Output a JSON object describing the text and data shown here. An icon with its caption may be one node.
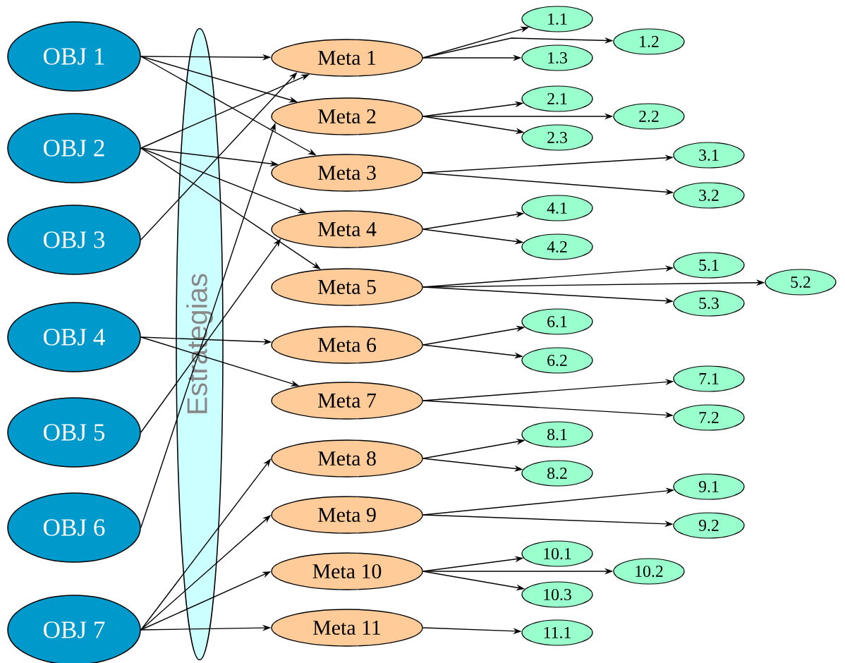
{
  "diagram": {
    "nodes": [
      {
        "text": [
          "OBJ 1"
        ]
      },
      {
        "text": [
          "OBJ 2"
        ]
      },
      {
        "text": [
          "OBJ 3"
        ]
      },
      {
        "text": [
          "OBJ 4"
        ]
      },
      {
        "text": [
          "OBJ 5"
        ]
      },
      {
        "text": [
          "OBJ 6"
        ]
      },
      {
        "text": [
          "OBJ 7"
        ]
      },
      {
        "text": [
          "Meta 1"
        ]
      },
      {
        "text": [
          "Meta 2"
        ]
      },
      {
        "text": [
          "Meta 3"
        ]
      },
      {
        "text": [
          "Meta 4"
        ]
      },
      {
        "text": [
          "Meta 5"
        ]
      },
      {
        "text": [
          "Meta 6"
        ]
      },
      {
        "text": [
          "Meta 7"
        ]
      },
      {
        "text": [
          "Meta 8"
        ]
      },
      {
        "text": [
          "Meta 9"
        ]
      },
      {
        "text": [
          "Meta 10"
        ]
      },
      {
        "text": [
          "Meta 11"
        ]
      },
      {
        "text": [
          "1.1"
        ]
      },
      {
        "text": [
          "1.2"
        ]
      },
      {
        "text": [
          "1.3"
        ]
      },
      {
        "text": [
          "2.1"
        ]
      },
      {
        "text": [
          "2.2"
        ]
      },
      {
        "text": [
          "2.3"
        ]
      },
      {
        "text": [
          "3.1"
        ]
      },
      {
        "text": [
          "3.2"
        ]
      },
      {
        "text": [
          "4.1"
        ]
      },
      {
        "text": [
          "4.2"
        ]
      },
      {
        "text": [
          "5.1"
        ]
      },
      {
        "text": [
          "5.2"
        ]
      },
      {
        "text": [
          "5.3"
        ]
      },
      {
        "text": [
          "6.1"
        ]
      },
      {
        "text": [
          "6.2"
        ]
      },
      {
        "text": [
          "7.1"
        ]
      },
      {
        "text": [
          "7.2"
        ]
      },
      {
        "text": [
          "8.1"
        ]
      },
      {
        "text": [
          "8.2"
        ]
      },
      {
        "text": [
          "9.1"
        ]
      },
      {
        "text": [
          "9.2"
        ]
      },
      {
        "text": [
          "10.1"
        ]
      },
      {
        "text": [
          "10.2"
        ]
      },
      {
        "text": [
          "10.3"
        ]
      },
      {
        "text": [
          "11.1"
        ]
      }
    ],
    "edges": [
      {
        "from": 0,
        "to": 7,
        "arrow": "to"
      },
      {
        "from": 0,
        "to": 8,
        "arrow": "to"
      },
      {
        "from": 0,
        "to": 9,
        "arrow": "to"
      },
      {
        "from": 1,
        "to": 7,
        "arrow": "to"
      },
      {
        "from": 1,
        "to": 9,
        "arrow": "to"
      },
      {
        "from": 1,
        "to": 10,
        "arrow": "to"
      },
      {
        "from": 1,
        "to": 11,
        "arrow": "to"
      },
      {
        "from": 2,
        "to": 7,
        "arrow": "to"
      },
      {
        "from": 3,
        "to": 12,
        "arrow": "to"
      },
      {
        "from": 3,
        "to": 13,
        "arrow": "to"
      },
      {
        "from": 4,
        "to": 10,
        "arrow": "to"
      },
      {
        "from": 5,
        "to": 8,
        "arrow": "to"
      },
      {
        "from": 6,
        "to": 14,
        "arrow": "to"
      },
      {
        "from": 6,
        "to": 15,
        "arrow": "to"
      },
      {
        "from": 6,
        "to": 16,
        "arrow": "to"
      },
      {
        "from": 6,
        "to": 17,
        "arrow": "to"
      },
      {
        "from": 7,
        "to": 18,
        "arrow": "to"
      },
      {
        "from": 7,
        "to": 19,
        "arrow": "to"
      },
      {
        "from": 7,
        "to": 20,
        "arrow": "to"
      },
      {
        "from": 8,
        "to": 21,
        "arrow": "to"
      },
      {
        "from": 8,
        "to": 22,
        "arrow": "to"
      },
      {
        "from": 8,
        "to": 23,
        "arrow": "to"
      },
      {
        "from": 9,
        "to": 24,
        "arrow": "to"
      },
      {
        "from": 9,
        "to": 25,
        "arrow": "to"
      },
      {
        "from": 10,
        "to": 26,
        "arrow": "to"
      },
      {
        "from": 10,
        "to": 27,
        "arrow": "to"
      },
      {
        "from": 11,
        "to": 28,
        "arrow": "to"
      },
      {
        "from": 11,
        "to": 29,
        "arrow": "to"
      },
      {
        "from": 11,
        "to": 30,
        "arrow": "to"
      },
      {
        "from": 12,
        "to": 31,
        "arrow": "to"
      },
      {
        "from": 12,
        "to": 32,
        "arrow": "to"
      },
      {
        "from": 13,
        "to": 33,
        "arrow": "to"
      },
      {
        "from": 13,
        "to": 34,
        "arrow": "to"
      },
      {
        "from": 14,
        "to": 35,
        "arrow": "to"
      },
      {
        "from": 14,
        "to": 36,
        "arrow": "to"
      },
      {
        "from": 15,
        "to": 37,
        "arrow": "to"
      },
      {
        "from": 15,
        "to": 38,
        "arrow": "to"
      },
      {
        "from": 16,
        "to": 39,
        "arrow": "to"
      },
      {
        "from": 16,
        "to": 40,
        "arrow": "to"
      },
      {
        "from": 16,
        "to": 41,
        "arrow": "to"
      },
      {
        "from": 17,
        "to": 42,
        "arrow": "to"
      }
    ],
    "labels": [
      "Estrategias"
    ]
  }
}
